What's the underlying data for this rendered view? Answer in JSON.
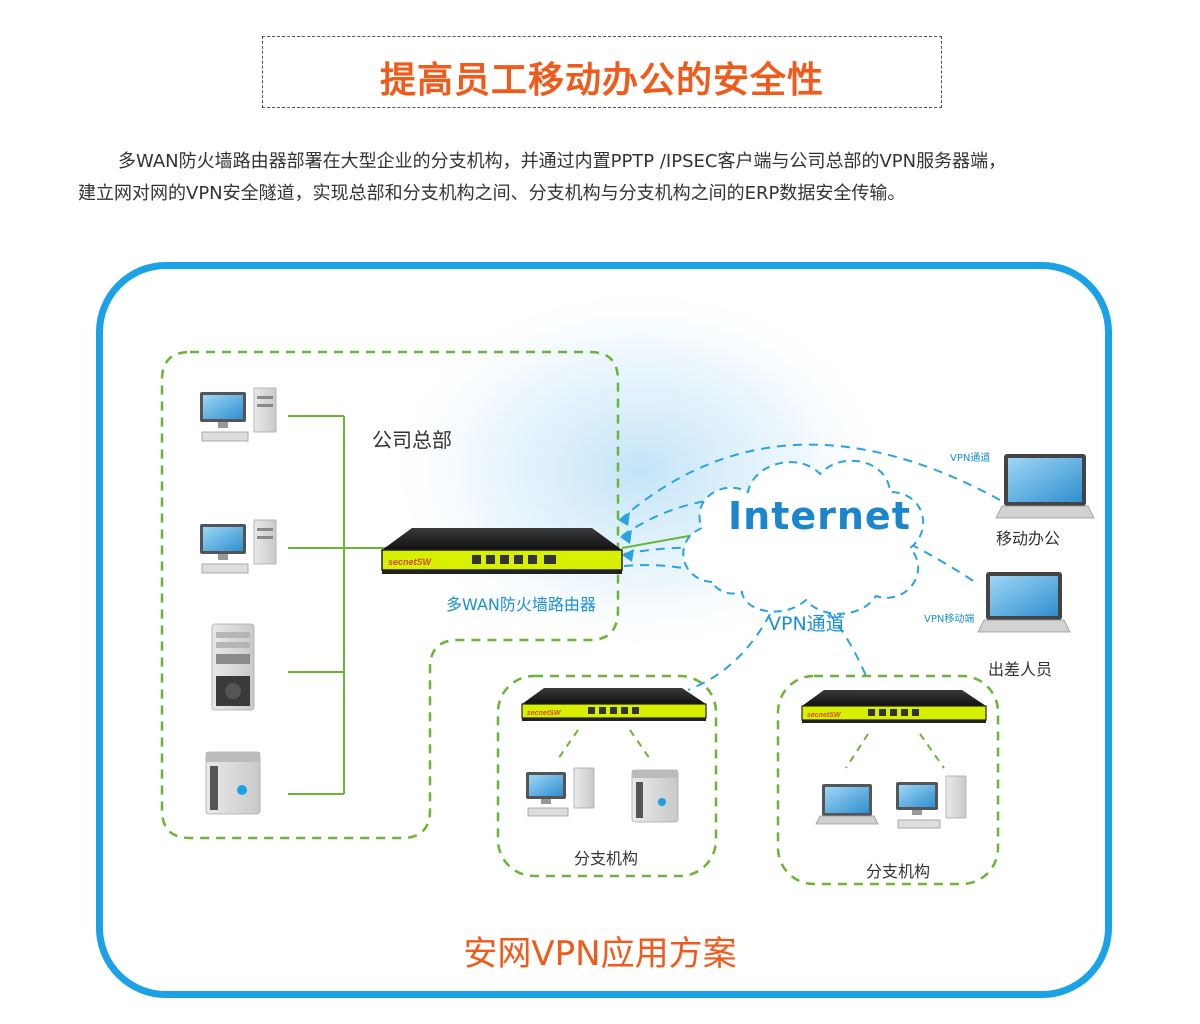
{
  "header": {
    "title": "提高员工移动办公的安全性"
  },
  "intro": {
    "line1": "多WAN防火墙路由器部署在大型企业的分支机构，并通过内置PPTP /IPSEC客户端与公司总部的VPN服务器端，",
    "line2": "建立网对网的VPN安全隧道，实现总部和分支机构之间、分支机构与分支机构之间的ERP数据安全传输。"
  },
  "diagram": {
    "hq_label": "公司总部",
    "firewall_label": "多WAN防火墙路由器",
    "internet_label": "Internet",
    "vpn_tunnel_label": "VPN通道",
    "vpn_tunnel_small_label": "VPN通道",
    "vpn_mobile_label": "VPN移动端",
    "mobile_office_label": "移动办公",
    "travel_staff_label": "出差人员",
    "branch1_label": "分支机构",
    "branch2_label": "分支机构",
    "brand_text": "secnetSW",
    "scheme_title": "安网VPN应用方案"
  },
  "colors": {
    "title_orange": "#f05a1a",
    "frame_blue": "#1ba1e6",
    "dash_green": "#6ab536",
    "tunnel_blue": "#2aa3e0",
    "device_yellow": "#d6f000"
  },
  "icons": [
    "desktop-computer-icon",
    "server-tower-icon",
    "router-icon",
    "cloud-icon",
    "laptop-icon"
  ]
}
